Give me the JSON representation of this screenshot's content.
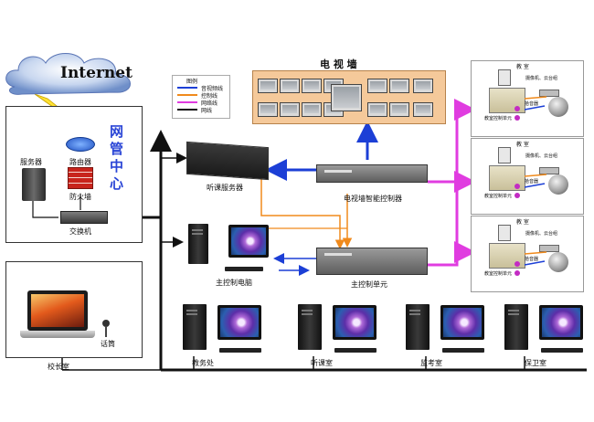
{
  "internet": {
    "label": "Internet"
  },
  "network_center": {
    "title_chars": [
      "网",
      "管",
      "中",
      "心"
    ],
    "server": "服务器",
    "router": "路由器",
    "firewall": "防火墙",
    "switch": "交换机"
  },
  "legend": {
    "title": "图例",
    "items": [
      {
        "label": "音视频线",
        "color": "#1c3fd6"
      },
      {
        "label": "控制线",
        "color": "#f08a1c"
      },
      {
        "label": "网络线",
        "color": "#e03ce0"
      },
      {
        "label": "网线",
        "color": "#111111"
      }
    ]
  },
  "video_wall": {
    "title": "电 视 墙"
  },
  "listen_server": {
    "label": "听课服务器"
  },
  "wall_controller": {
    "label": "电视墙智能控制器"
  },
  "main_pc": {
    "label": "主控制电脑"
  },
  "main_unit": {
    "label": "主控制单元"
  },
  "classrooms": [
    {
      "title": "教 室",
      "camera": "摄像机、云台组",
      "pickup": "拾音器",
      "unit": "教室控制单元"
    },
    {
      "title": "教 室",
      "camera": "摄像机、云台组",
      "pickup": "拾音器",
      "unit": "教室控制单元"
    },
    {
      "title": "教 室",
      "camera": "摄像机、云台组",
      "pickup": "拾音器",
      "unit": "教室控制单元"
    }
  ],
  "principal": {
    "office": "校长室",
    "mic": "话筒"
  },
  "stations": [
    {
      "label": "教务处"
    },
    {
      "label": "听课室"
    },
    {
      "label": "监考室"
    },
    {
      "label": "保卫室"
    }
  ],
  "colors": {
    "av": "#1c3fd6",
    "control": "#f08a1c",
    "pink": "#e03ce0",
    "net": "#111111",
    "wall_bg": "#f5c99a",
    "center_title": "#2a45d6"
  }
}
